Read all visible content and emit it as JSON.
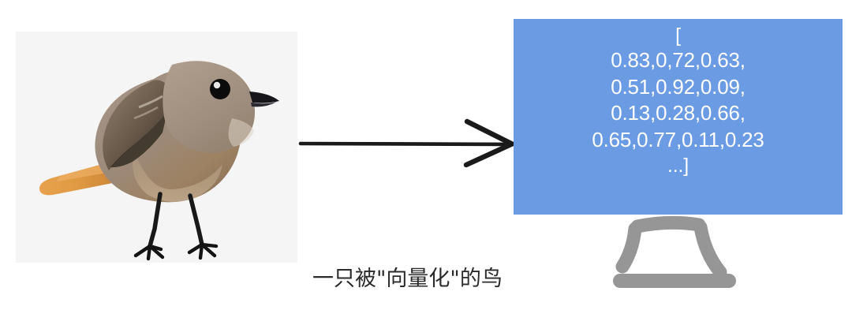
{
  "colors": {
    "background": "#FFFFFF",
    "vector_box_blue": "#6A9BE3",
    "vector_text": "#FFFFFF",
    "photo_backdrop": "#F5F5F5",
    "arrow_black": "#1A1A1A",
    "pedestal_gray": "#969696",
    "caption_text": "#2B2B2B"
  },
  "photo": {
    "subject": "bird-photograph",
    "alt": "brown bird standing, side view, orange tail"
  },
  "arrow": {
    "icon": "arrow-right-icon",
    "direction": "right"
  },
  "vector_box": {
    "lines": [
      "[",
      "0.83,0,72,0.63,",
      "0.51,0.92,0.09,",
      "0.13,0.28,0.66,",
      "0.65,0.77,0.11,0.23",
      "...]"
    ]
  },
  "pedestal": {
    "icon": "pedestal-stand-icon"
  },
  "caption": {
    "text": "一只被\"向量化\"的鸟"
  }
}
